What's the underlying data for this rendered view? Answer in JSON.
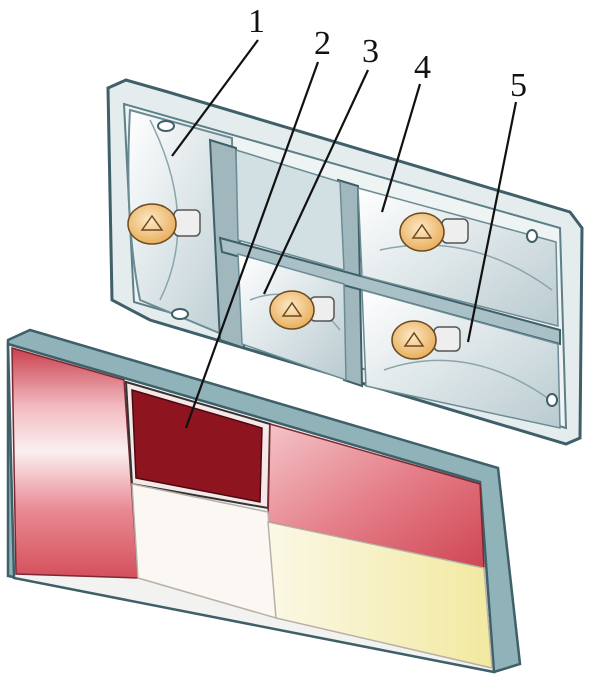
{
  "callouts": [
    {
      "label": "1"
    },
    {
      "label": "2"
    },
    {
      "label": "3"
    },
    {
      "label": "4"
    },
    {
      "label": "5"
    }
  ],
  "colors": {
    "housing_outline": "#4a6d78",
    "housing_fill": "#dfe8ea",
    "reflector": "#c9d6da",
    "bulb_glass": "#f3c989",
    "bulb_socket": "#e9e9e9",
    "lens_rim": "#7fa3aa",
    "lens_red_dark": "#8e1420",
    "lens_red": "#d85a64",
    "lens_pink": "#f0b8bd",
    "lens_white": "#f8f4ef",
    "lens_amber": "#f6f0b8"
  }
}
